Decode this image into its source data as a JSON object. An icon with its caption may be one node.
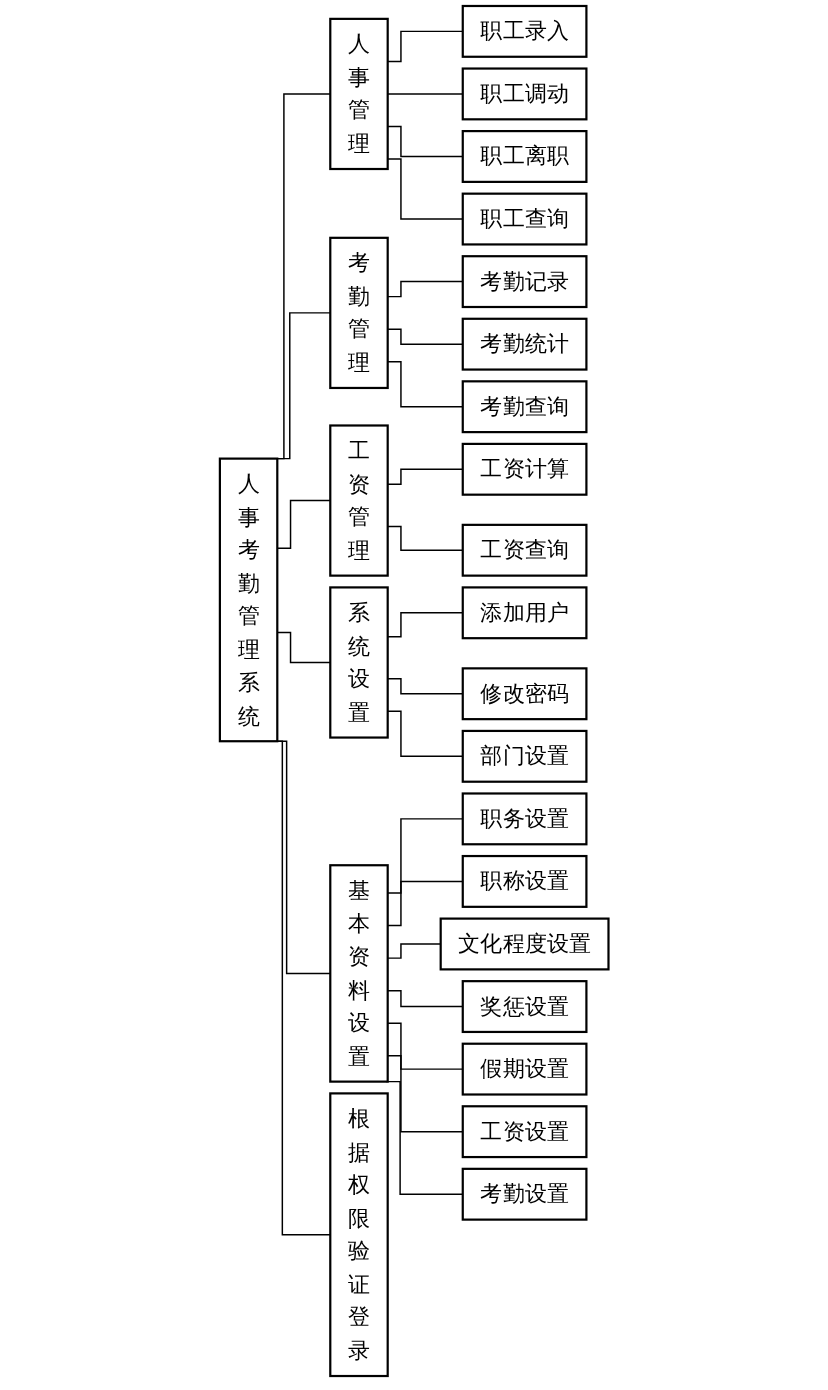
{
  "diagram": {
    "nodes": [
      {
        "text": [
          "人事考勤管理系统"
        ]
      },
      {
        "text": [
          "人事管理"
        ]
      },
      {
        "text": [
          "职工录入"
        ]
      },
      {
        "text": [
          "职工调动"
        ]
      },
      {
        "text": [
          "职工离职"
        ]
      },
      {
        "text": [
          "职工查询"
        ]
      },
      {
        "text": [
          "考勤管理"
        ]
      },
      {
        "text": [
          "考勤记录"
        ]
      },
      {
        "text": [
          "考勤统计"
        ]
      },
      {
        "text": [
          "考勤查询"
        ]
      },
      {
        "text": [
          "工资管理"
        ]
      },
      {
        "text": [
          "工资计算"
        ]
      },
      {
        "text": [
          "工资查询"
        ]
      },
      {
        "text": [
          "系统设置"
        ]
      },
      {
        "text": [
          "添加用户"
        ]
      },
      {
        "text": [
          "修改密码"
        ]
      },
      {
        "text": [
          "部门设置"
        ]
      },
      {
        "text": [
          "基本资料设置"
        ]
      },
      {
        "text": [
          "职务设置"
        ]
      },
      {
        "text": [
          "职称设置"
        ]
      },
      {
        "text": [
          "文化程度设置"
        ]
      },
      {
        "text": [
          "奖惩设置"
        ]
      },
      {
        "text": [
          "假期设置"
        ]
      },
      {
        "text": [
          "工资设置"
        ]
      },
      {
        "text": [
          "考勤设置"
        ]
      },
      {
        "text": [
          "根据权限验证登录"
        ]
      }
    ],
    "edges": [
      {
        "from": 0,
        "to": 1,
        "arrow": "none"
      },
      {
        "from": 0,
        "to": 6,
        "arrow": "none"
      },
      {
        "from": 0,
        "to": 10,
        "arrow": "none"
      },
      {
        "from": 0,
        "to": 13,
        "arrow": "none"
      },
      {
        "from": 0,
        "to": 17,
        "arrow": "none"
      },
      {
        "from": 0,
        "to": 25,
        "arrow": "none"
      },
      {
        "from": 1,
        "to": 2,
        "arrow": "none"
      },
      {
        "from": 1,
        "to": 3,
        "arrow": "none"
      },
      {
        "from": 1,
        "to": 4,
        "arrow": "none"
      },
      {
        "from": 1,
        "to": 5,
        "arrow": "none"
      },
      {
        "from": 6,
        "to": 7,
        "arrow": "none"
      },
      {
        "from": 6,
        "to": 8,
        "arrow": "none"
      },
      {
        "from": 6,
        "to": 9,
        "arrow": "none"
      },
      {
        "from": 10,
        "to": 11,
        "arrow": "none"
      },
      {
        "from": 10,
        "to": 12,
        "arrow": "none"
      },
      {
        "from": 13,
        "to": 14,
        "arrow": "none"
      },
      {
        "from": 13,
        "to": 15,
        "arrow": "none"
      },
      {
        "from": 13,
        "to": 16,
        "arrow": "none"
      },
      {
        "from": 17,
        "to": 18,
        "arrow": "none"
      },
      {
        "from": 17,
        "to": 19,
        "arrow": "none"
      },
      {
        "from": 17,
        "to": 20,
        "arrow": "none"
      },
      {
        "from": 17,
        "to": 21,
        "arrow": "none"
      },
      {
        "from": 17,
        "to": 22,
        "arrow": "none"
      },
      {
        "from": 17,
        "to": 23,
        "arrow": "none"
      },
      {
        "from": 17,
        "to": 24,
        "arrow": "none"
      }
    ]
  }
}
